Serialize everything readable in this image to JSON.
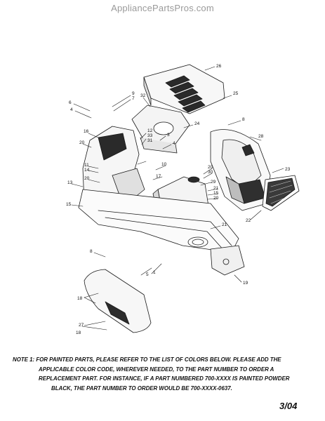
{
  "watermark": "AppliancePartsPros.com",
  "callouts": {
    "c26": "26",
    "c25": "25",
    "c9": "9",
    "c7": "7",
    "c6": "6",
    "c4": "4",
    "c32": "32",
    "c8a": "8",
    "c24": "24",
    "c16": "16",
    "c12": "12",
    "c33": "33",
    "c31": "31",
    "c28": "28",
    "c20a": "20",
    "c3": "3",
    "c11": "11",
    "c14": "14",
    "c10": "10",
    "c20b": "20",
    "c30": "30",
    "c23": "23",
    "c17": "17",
    "c20c": "20",
    "c13": "13",
    "c29": "29",
    "c21a": "21",
    "c15a": "15",
    "c20d": "20",
    "c15b": "15",
    "c22": "22",
    "c21b": "21",
    "c8b": "8",
    "c5": "5",
    "c1": "1",
    "c19": "19",
    "c18a": "18",
    "c27": "27",
    "c18b": "18"
  },
  "note": {
    "line1": "NOTE 1: FOR PAINTED PARTS, PLEASE REFER TO THE LIST OF COLORS BELOW. PLEASE ADD THE",
    "line2": "APPLICABLE COLOR CODE, WHEREVER NEEDED, TO THE PART NUMBER TO ORDER A",
    "line3": "REPLACEMENT PART. FOR INSTANCE, IF A PART NUMBERED 700-XXXX IS PAINTED POWDER",
    "line4": "BLACK, THE PART NUMBER TO ORDER WOULD BE 700-XXXX-0637."
  },
  "page_code": "3/04"
}
